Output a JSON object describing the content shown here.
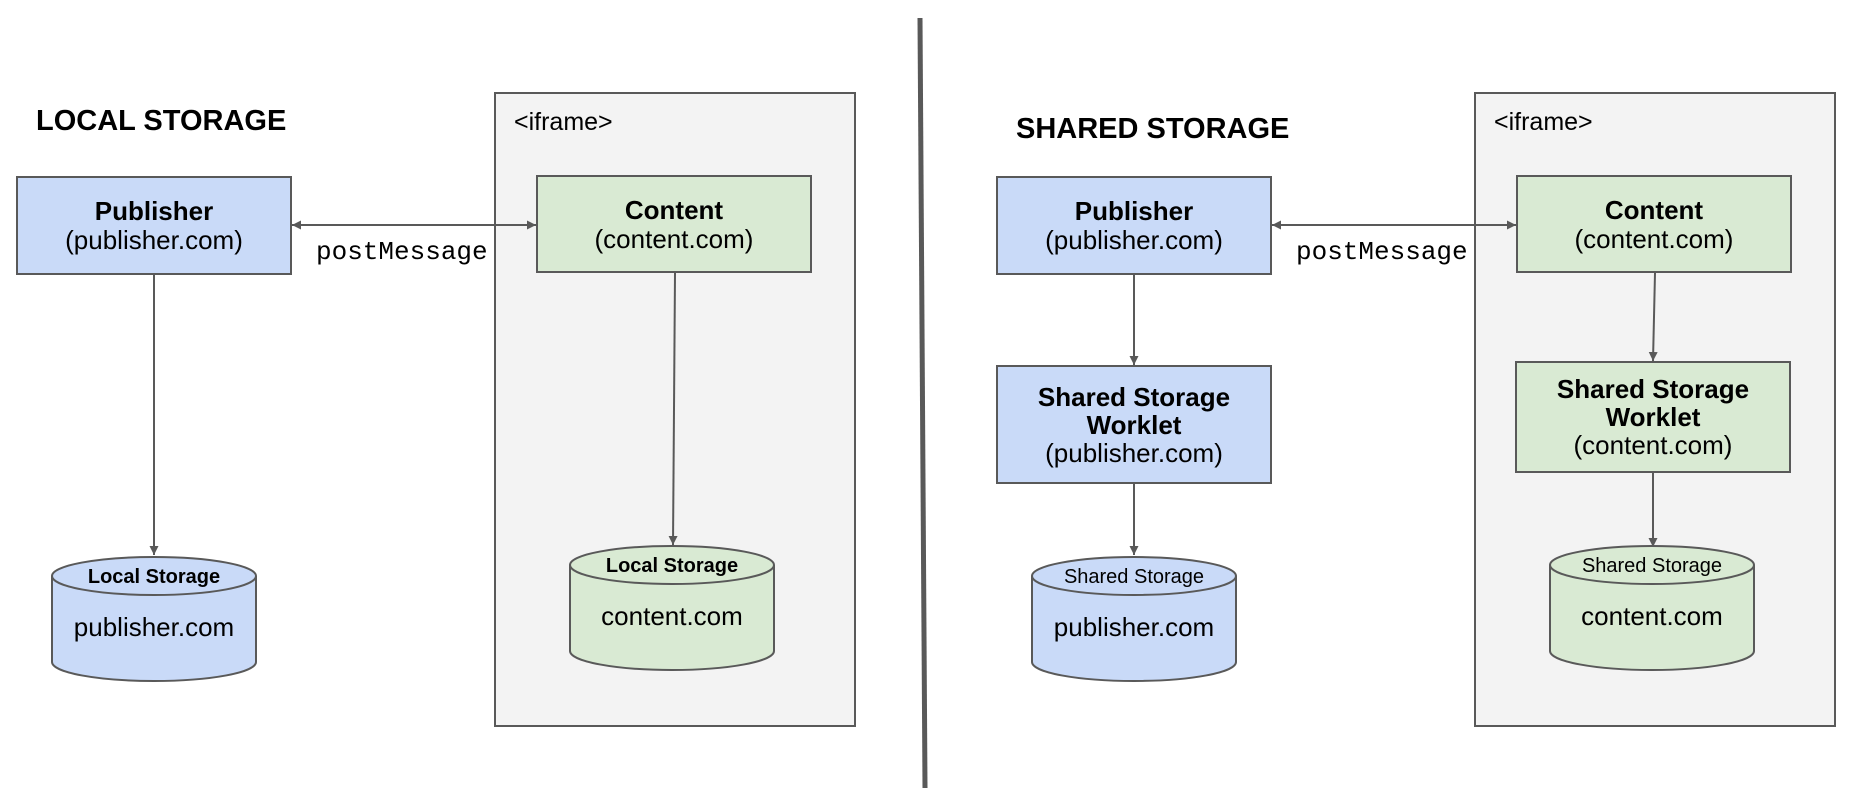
{
  "colors": {
    "publisher_fill": "#c9daf8",
    "content_fill": "#d9ead3",
    "iframe_fill": "#f3f3f3",
    "stroke": "#595959",
    "divider": "#595959"
  },
  "left": {
    "title": "LOCAL STORAGE",
    "iframe_label": "<iframe>",
    "publisher": {
      "title": "Publisher",
      "sub": "(publisher.com)"
    },
    "content": {
      "title": "Content",
      "sub": "(content.com)"
    },
    "message_label": "postMessage",
    "publisher_storage": {
      "head": "Local Storage",
      "body": "publisher.com"
    },
    "content_storage": {
      "head": "Local Storage",
      "body": "content.com"
    }
  },
  "right": {
    "title": "SHARED STORAGE",
    "iframe_label": "<iframe>",
    "publisher": {
      "title": "Publisher",
      "sub": "(publisher.com)"
    },
    "content": {
      "title": "Content",
      "sub": "(content.com)"
    },
    "message_label": "postMessage",
    "publisher_worklet": {
      "title_line1": "Shared Storage",
      "title_line2": "Worklet",
      "sub": "(publisher.com)"
    },
    "content_worklet": {
      "title_line1": "Shared Storage",
      "title_line2": "Worklet",
      "sub": "(content.com)"
    },
    "publisher_storage": {
      "head": "Shared Storage",
      "body": "publisher.com"
    },
    "content_storage": {
      "head": "Shared Storage",
      "body": "content.com"
    }
  }
}
